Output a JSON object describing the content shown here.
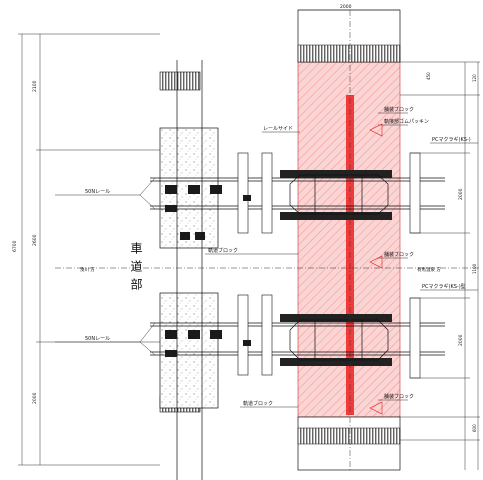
{
  "drawing": {
    "dimensions": {
      "top_width": "2000",
      "overall_height": "6700",
      "upper_section": "2100",
      "middle_section": "2600",
      "lower_section": "2000",
      "right_upper": "2000",
      "right_lower": "2000",
      "right_small_1": "120",
      "right_small_2": "450",
      "right_small_3": "1100",
      "right_small_4": "600"
    },
    "labels": {
      "pavement_block_top": "舗装ブロック",
      "rubber_packing": "軌接部ゴムパッキン",
      "rail_side": "レールサイド",
      "pc_sleeper_top": "PCマクラギ(KS-)",
      "rail_50n_top": "50Nレール",
      "track_block_mid": "軌道ブロック",
      "direction_left": "湊川 方",
      "direction_right": "有馬温泉 方",
      "pavement_block_mid": "舗装ブロック",
      "roadway_part": "車道部",
      "pc_sleeper_bottom": "PCマクラギ(KS-)型",
      "rail_50n_bottom": "50Nレール",
      "pavement_block_bottom": "舗装ブロック",
      "track_block_bottom": "軌道ブロック"
    }
  }
}
